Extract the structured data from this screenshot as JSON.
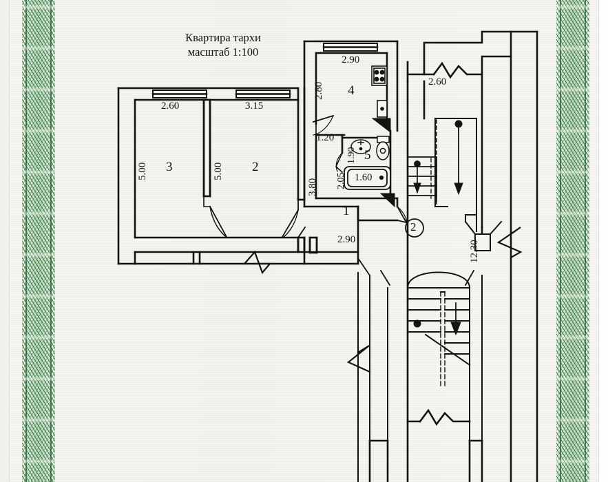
{
  "document": {
    "type": "apartment-floor-plan",
    "title_line1": "Квартира тархи",
    "title_line2": "масштаб 1:100",
    "scale": "1:100",
    "paper_color": "#f5f4ef",
    "ink_color": "#15130f",
    "border_color": "#2e6b3c"
  },
  "rooms": [
    {
      "number": "1",
      "label": "1",
      "name": "hallway",
      "width": "2.90",
      "depth": "3.80"
    },
    {
      "number": "2",
      "label": "2",
      "name": "room-2",
      "width": "3.15",
      "depth": "5.00"
    },
    {
      "number": "3",
      "label": "3",
      "name": "room-3",
      "width": "2.60",
      "depth": "5.00"
    },
    {
      "number": "4",
      "label": "4",
      "name": "kitchen",
      "width": "2.90",
      "depth": "2.80"
    },
    {
      "number": "5",
      "label": "5",
      "name": "bathroom",
      "width": "1.90",
      "depth": "2.05"
    }
  ],
  "dimensions": {
    "room3_width": "2.60",
    "room3_depth": "5.00",
    "room2_width": "3.15",
    "room2_depth": "5.00",
    "kitchen_width": "2.90",
    "kitchen_depth": "2.80",
    "hall_width": "2.90",
    "hall_depth": "3.80",
    "door_width": "1.20",
    "bath_width": "1.90",
    "bath_depth": "2.05",
    "bathtub_len": "1.60",
    "balcony_width": "2.60",
    "stair_len": "12.30"
  },
  "markers": {
    "axis_2": "2"
  },
  "fixtures": [
    {
      "name": "stove",
      "room": "4",
      "burners": 4
    },
    {
      "name": "sink-unit",
      "room": "4"
    },
    {
      "name": "washbasin",
      "room": "5"
    },
    {
      "name": "toilet",
      "room": "5"
    },
    {
      "name": "bathtub",
      "room": "5",
      "length": "1.60"
    }
  ],
  "stairs": [
    {
      "name": "upper-stair",
      "direction": "down"
    },
    {
      "name": "right-stair",
      "direction": "down"
    },
    {
      "name": "lower-stair",
      "direction": "down"
    }
  ]
}
